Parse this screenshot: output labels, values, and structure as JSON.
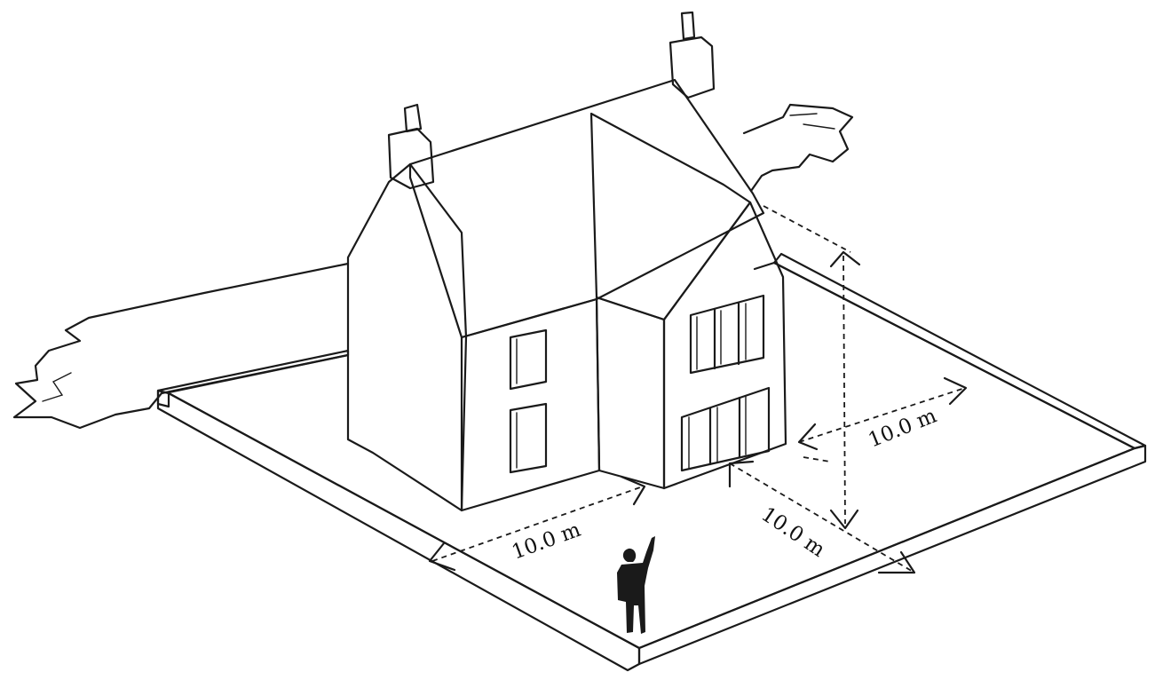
{
  "colors": {
    "extension_wall": "#ea3d28",
    "extension_gable": "#e85c3f",
    "extension_roof": "#d83a2a",
    "house_side_wall": "#d9d9d9",
    "house_front_wall": "#ffffff",
    "boundary_wall_top": "#e2e2e2",
    "ink": "#1a1a1a"
  },
  "dimensions": [
    {
      "id": "depth",
      "label": "10.0 m"
    },
    {
      "id": "side",
      "label": "10.0 m"
    },
    {
      "id": "distance",
      "label": "10.0 m"
    }
  ],
  "icons": [
    "chimney-icon",
    "person-icon",
    "direction-arrow-icon"
  ]
}
